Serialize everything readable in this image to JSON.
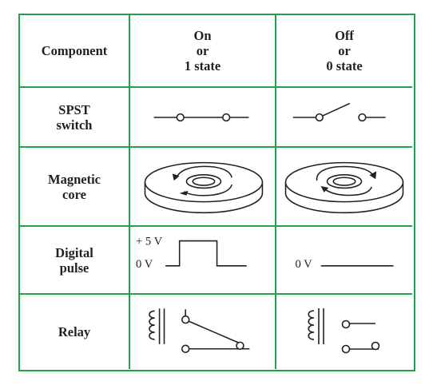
{
  "header": {
    "component": "Component",
    "on_line1": "On",
    "on_line2": "or",
    "on_line3": "1 state",
    "off_line1": "Off",
    "off_line2": "or",
    "off_line3": "0 state"
  },
  "rows": [
    {
      "line1": "SPST",
      "line2": "switch"
    },
    {
      "line1": "Magnetic",
      "line2": "core"
    },
    {
      "line1": "Digital",
      "line2": "pulse"
    },
    {
      "line1": "Relay",
      "line2": ""
    }
  ],
  "pulse": {
    "high_label": "+ 5 V",
    "low_label": "0 V",
    "off_label": "0 V"
  },
  "colors": {
    "grid_border": "#21a148",
    "ink": "#231f20"
  },
  "icons": {
    "spst_closed": "spst-switch-closed-icon",
    "spst_open": "spst-switch-open-icon",
    "core_cw": "magnetic-core-clockwise-icon",
    "core_ccw": "magnetic-core-counterclockwise-icon",
    "pulse_high": "square-pulse-icon",
    "pulse_low": "flat-line-icon",
    "relay_closed": "relay-closed-icon",
    "relay_open": "relay-open-icon"
  }
}
